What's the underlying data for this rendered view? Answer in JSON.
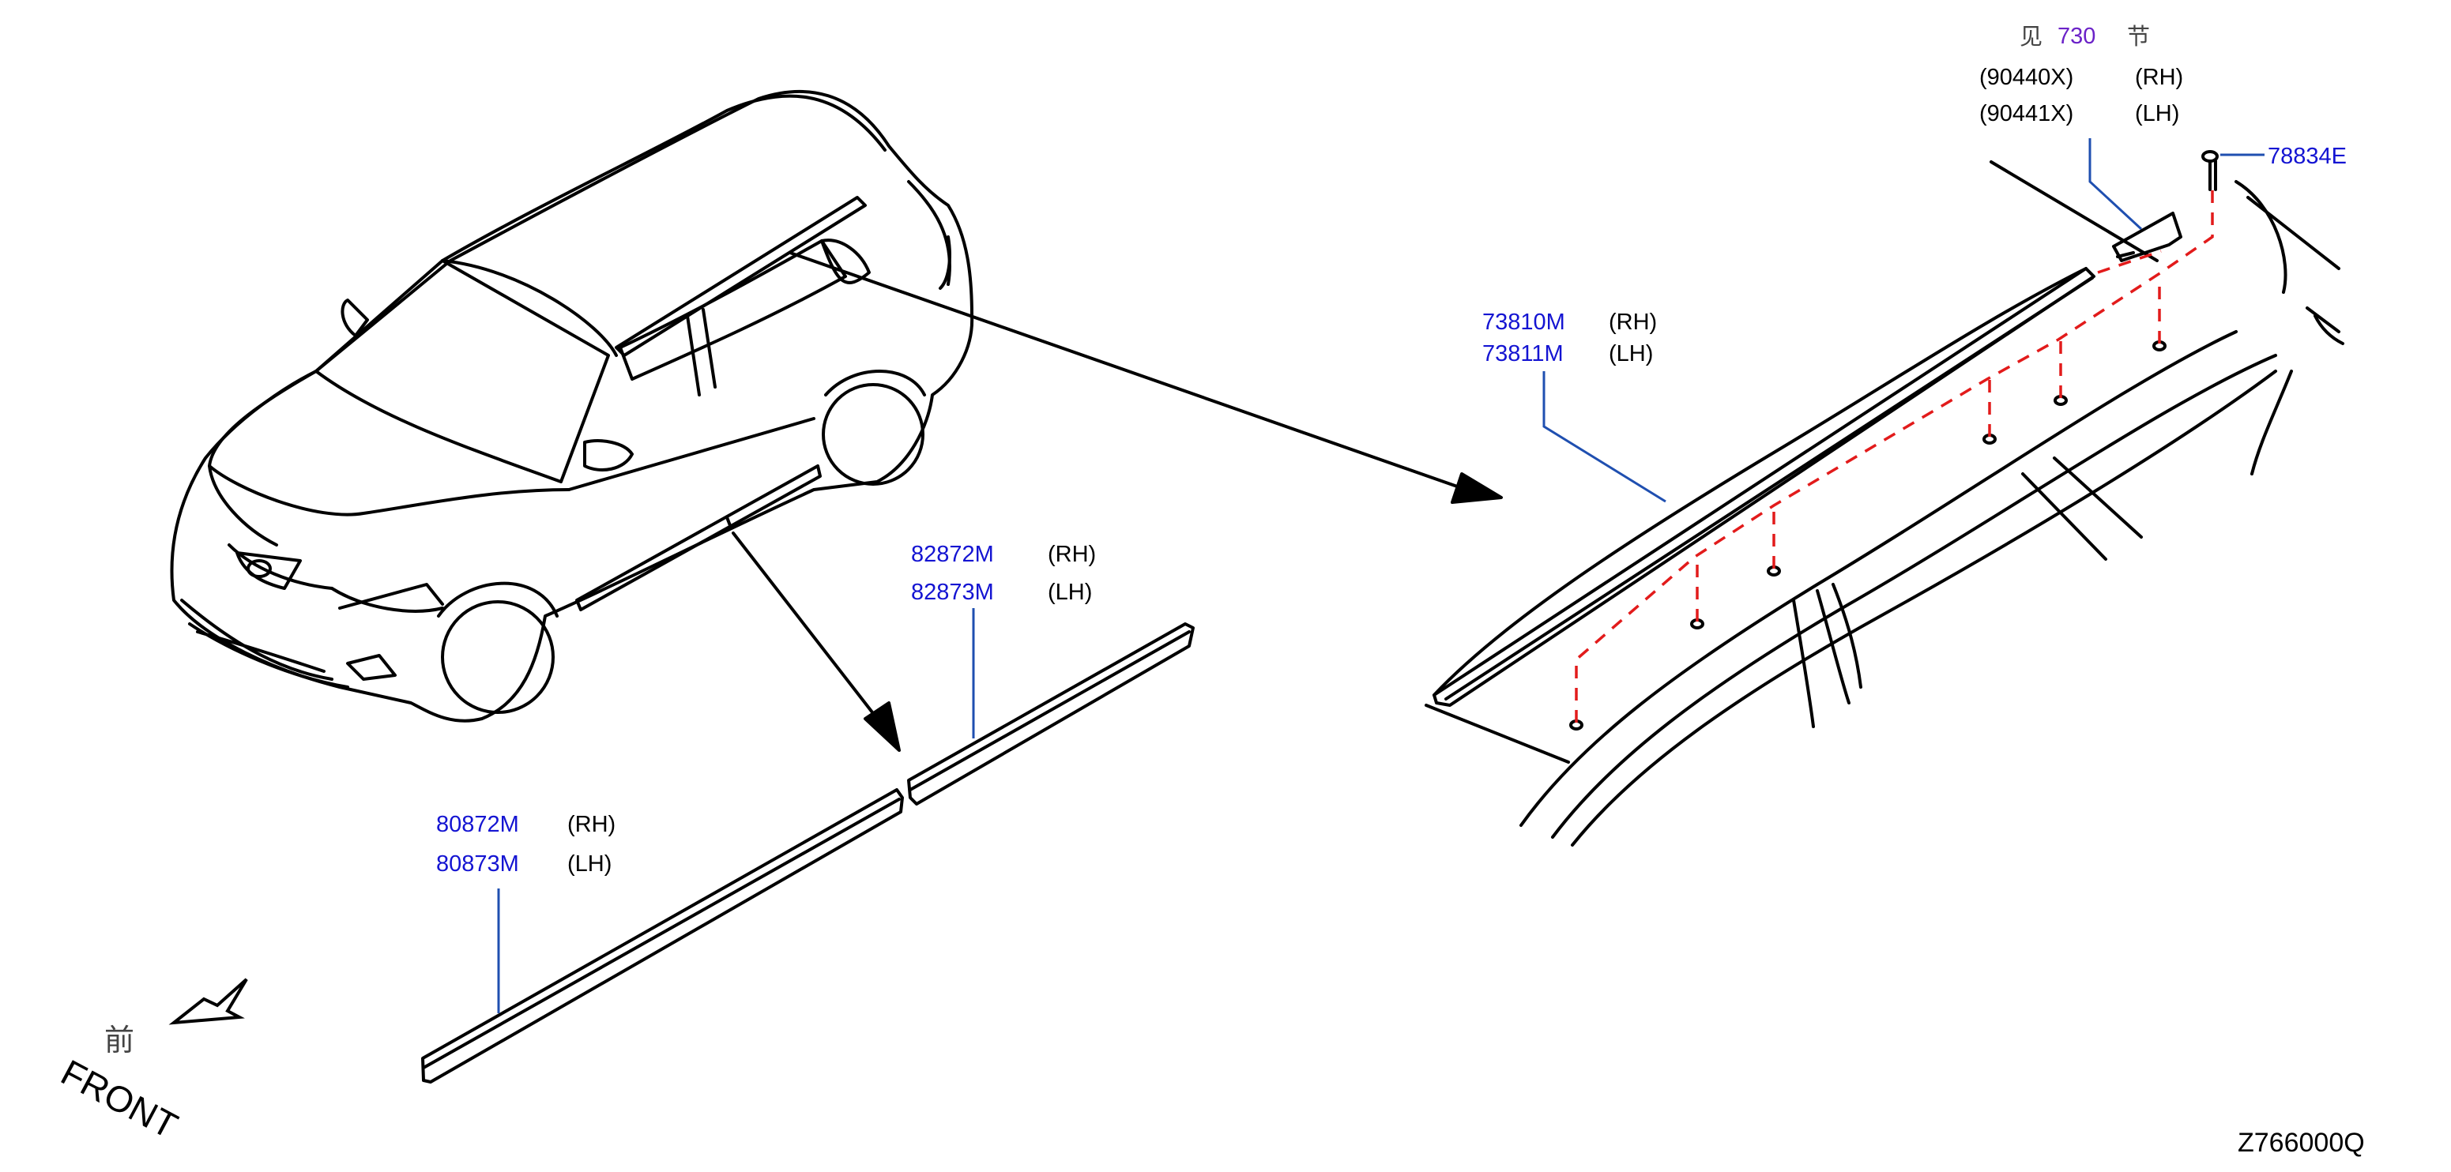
{
  "colors": {
    "part_number": "#1414d2",
    "reference": "#6b22c8",
    "leader": "#1f4fb0",
    "hidden_line": "#e21b1b",
    "drawing": "#000000"
  },
  "callouts": {
    "see": "见",
    "section_ref": "730",
    "section_word": "节",
    "ref_part_rh": "(90440X)",
    "ref_part_lh": "(90441X)",
    "ref_side_rh": "(RH)",
    "ref_side_lh": "(LH)",
    "clip": "78834E",
    "roof_rh": "73810M",
    "roof_lh": "73811M",
    "roof_side_rh": "(RH)",
    "roof_side_lh": "(LH)",
    "rear_rh": "82872M",
    "rear_lh": "82873M",
    "rear_side_rh": "(RH)",
    "rear_side_lh": "(LH)",
    "front_rh": "80872M",
    "front_lh": "80873M",
    "front_side_rh": "(RH)",
    "front_side_lh": "(LH)"
  },
  "orientation": {
    "cjk": "前",
    "label": "FRONT"
  },
  "diagram_id": "Z766000Q"
}
